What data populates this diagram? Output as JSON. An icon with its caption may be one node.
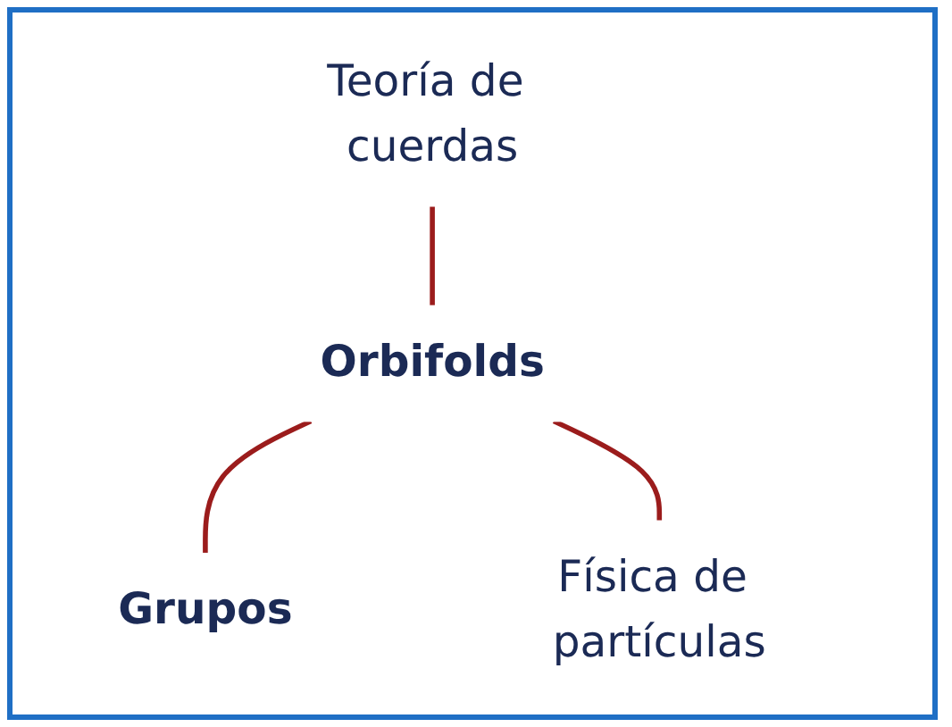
{
  "diagram": {
    "nodes": [
      {
        "text": [
          "Teoría de cuerdas"
        ]
      },
      {
        "text": [
          "Orbifolds"
        ]
      },
      {
        "text": [
          "Grupos"
        ]
      },
      {
        "text": [
          "Física de partículas"
        ]
      }
    ],
    "edges": [
      {
        "from": 0,
        "to": 1,
        "arrow": "none"
      },
      {
        "from": 1,
        "to": 2,
        "arrow": "none"
      },
      {
        "from": 1,
        "to": 3,
        "arrow": "none"
      }
    ]
  }
}
